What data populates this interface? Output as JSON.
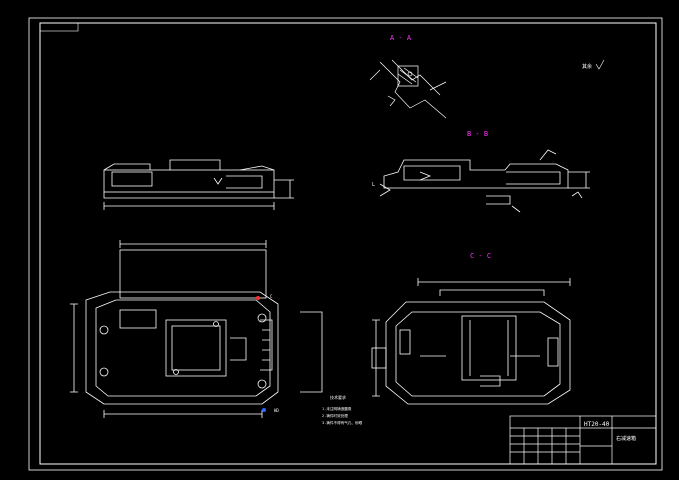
{
  "drawing": {
    "section_labels": {
      "a": "A - A",
      "b": "B - B",
      "c": "C - C"
    },
    "roughness_note": "其余",
    "title_block": {
      "drawing_number": "HT20-40",
      "part_name": "右减速箱"
    },
    "notes": {
      "heading": "技术要求",
      "items": [
        "1.未注明铸造圆角",
        "2.铸件时效处理",
        "3.铸件不得有气孔、砂眼"
      ]
    },
    "marks": {
      "c_mark": "C",
      "h_mark": "HD",
      "l_mark": "L"
    },
    "colors": {
      "background": "#000000",
      "line": "#ffffff",
      "section_label": "#ff33ff",
      "dimension": "#ffffff",
      "accent_red": "#ff3333",
      "accent_blue": "#3366ff"
    }
  }
}
